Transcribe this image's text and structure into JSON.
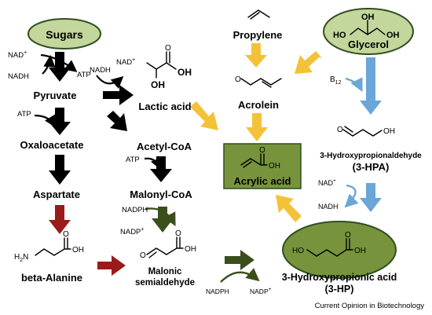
{
  "colors": {
    "oval_fill": "#c3d69b",
    "oval_stroke": "#2f4f1f",
    "box_fill": "#77933c",
    "black_arrow": "#000000",
    "red_arrow": "#9b1b1b",
    "green_arrow": "#3b4f1d",
    "yellow_arrow": "#f4c238",
    "blue_arrow": "#6aa6d8"
  },
  "nodes": {
    "sugars": "Sugars",
    "pyruvate": "Pyruvate",
    "oxaloacetate": "Oxaloacetate",
    "aspartate": "Aspartate",
    "beta_alanine": "beta-Alanine",
    "lactic_acid": "Lactic acid",
    "acetyl_coa": "Acetyl-CoA",
    "malonyl_coa": "Malonyl-CoA",
    "malonic_semialdehyde_1": "Malonic",
    "malonic_semialdehyde_2": "semialdehyde",
    "propylene": "Propylene",
    "acrolein": "Acrolein",
    "acrylic_acid": "Acrylic acid",
    "glycerol": "Glycerol",
    "hpa_1": "3-Hydroxypropionaldehyde",
    "hpa_2": "(3-HPA)",
    "hp_1": "3-Hydroxypropionic acid",
    "hp_2": "(3-HP)"
  },
  "cofactors": {
    "nad_plus": "NAD",
    "nadh": "NADH",
    "atp": "ATP",
    "nadph": "NADPH",
    "nadp_plus": "NADP",
    "plus": "+",
    "b12": "B",
    "twelve": "12"
  },
  "atoms": {
    "o": "O",
    "oh": "OH",
    "ho": "HO",
    "h2n_h": "H",
    "h2n_2": "2",
    "h2n_n": "N"
  },
  "footer": "Current Opinion in Biotechnology"
}
